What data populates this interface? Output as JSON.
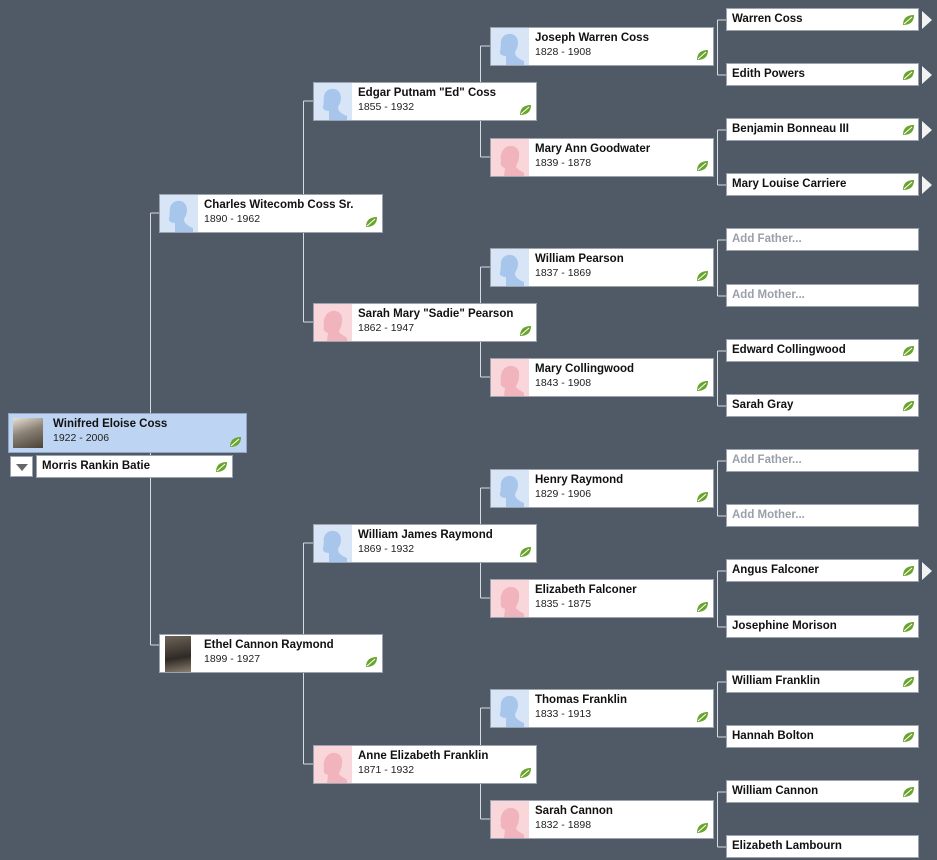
{
  "colors": {
    "background": "#505966",
    "male": "#d7e5f7",
    "female": "#f9d6da",
    "root": "#bdd4f2",
    "leaf": "#6aa42e"
  },
  "icons": {
    "record_hint": "leaf-icon",
    "expand": "arrow-right-icon",
    "spouse_toggle": "chevron-down-icon",
    "silhouette": "person-silhouette-icon"
  },
  "root": {
    "name": "Winifred Eloise Coss",
    "dates": "1922 - 2006"
  },
  "spouse": {
    "name": "Morris Rankin Batie"
  },
  "gen1": {
    "father": {
      "name": "Charles Witecomb Coss Sr.",
      "dates": "1890 - 1962"
    },
    "mother": {
      "name": "Ethel Cannon Raymond",
      "dates": "1899 - 1927"
    }
  },
  "gen2": [
    {
      "name": "Edgar Putnam \"Ed\" Coss",
      "dates": "1855 - 1932"
    },
    {
      "name": "Sarah Mary \"Sadie\" Pearson",
      "dates": "1862 - 1947"
    },
    {
      "name": "William James Raymond",
      "dates": "1869 - 1932"
    },
    {
      "name": "Anne Elizabeth Franklin",
      "dates": "1871 - 1932"
    }
  ],
  "gen3": [
    {
      "name": "Joseph Warren Coss",
      "dates": "1828 - 1908"
    },
    {
      "name": "Mary Ann Goodwater",
      "dates": "1839 - 1878"
    },
    {
      "name": "William Pearson",
      "dates": "1837 - 1869"
    },
    {
      "name": "Mary Collingwood",
      "dates": "1843 - 1908"
    },
    {
      "name": "Henry Raymond",
      "dates": "1829 - 1906"
    },
    {
      "name": "Elizabeth Falconer",
      "dates": "1835 - 1875"
    },
    {
      "name": "Thomas Franklin",
      "dates": "1833 - 1913"
    },
    {
      "name": "Sarah Cannon",
      "dates": "1832 - 1898"
    }
  ],
  "gen4": [
    {
      "name": "Warren Coss"
    },
    {
      "name": "Edith Powers"
    },
    {
      "name": "Benjamin Bonneau III"
    },
    {
      "name": "Mary Louise Carriere"
    },
    {
      "name": "Add Father..."
    },
    {
      "name": "Add Mother..."
    },
    {
      "name": "Edward Collingwood"
    },
    {
      "name": "Sarah Gray"
    },
    {
      "name": "Add Father..."
    },
    {
      "name": "Add Mother..."
    },
    {
      "name": "Angus Falconer"
    },
    {
      "name": "Josephine Morison"
    },
    {
      "name": "William Franklin"
    },
    {
      "name": "Hannah Bolton"
    },
    {
      "name": "William Cannon"
    },
    {
      "name": "Elizabeth Lambourn"
    }
  ]
}
